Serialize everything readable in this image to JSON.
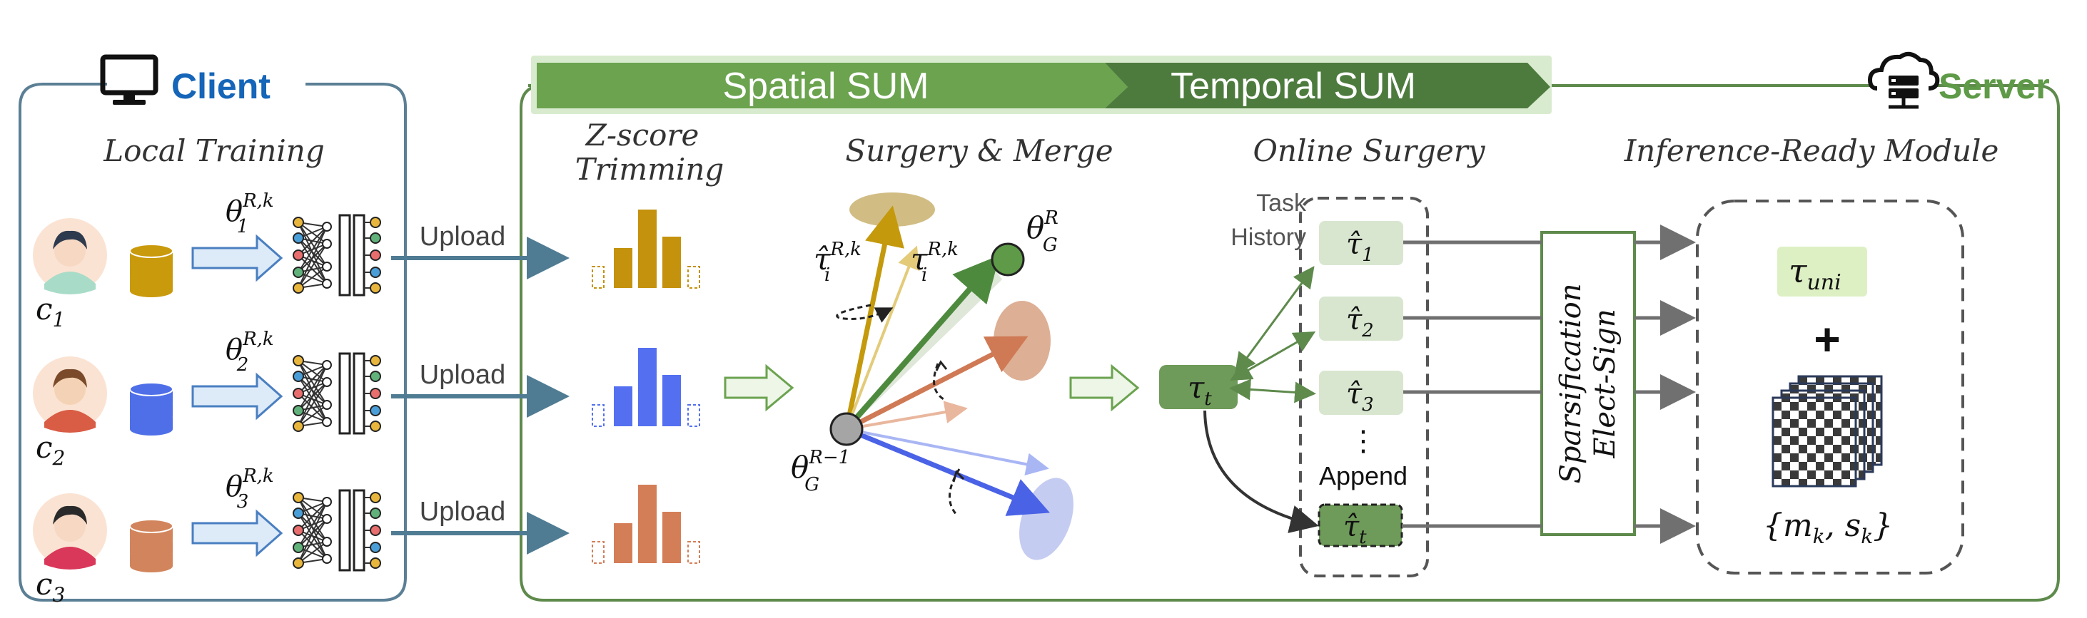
{
  "client": {
    "title": "Client",
    "section_title": "Local Training",
    "clients": [
      {
        "label": "c",
        "sub": "1",
        "theta": "θ",
        "theta_sub": "1",
        "theta_sup": "R,k",
        "upload": "Upload",
        "db_color": "#C99A0C",
        "bar_color": "#C4920C"
      },
      {
        "label": "c",
        "sub": "2",
        "theta": "θ",
        "theta_sub": "2",
        "theta_sup": "R,k",
        "upload": "Upload",
        "db_color": "#4F6FE8",
        "bar_color": "#5470F0"
      },
      {
        "label": "c",
        "sub": "3",
        "theta": "θ",
        "theta_sub": "3",
        "theta_sup": "R,k",
        "upload": "Upload",
        "db_color": "#D2855C",
        "bar_color": "#D47E58"
      }
    ]
  },
  "banner": {
    "spatial": "Spatial SUM",
    "temporal": "Temporal SUM"
  },
  "server": {
    "title": "Server",
    "zscore_title_line1": "Z-score",
    "zscore_title_line2": "Trimming",
    "surgery_title": "Surgery & Merge",
    "online_title": "Online Surgery",
    "inference_title": "Inference-Ready Module",
    "task_history_line1": "Task",
    "task_history_line2": "History",
    "theta_g_r": {
      "base": "θ",
      "sub": "G",
      "sup": "R"
    },
    "theta_g_r1": {
      "base": "θ",
      "sub": "G",
      "sup": "R−1"
    },
    "tau_hat_ik": {
      "base": "τ̂",
      "sub": "i",
      "sup": "R,k"
    },
    "tau_ik": {
      "base": "τ",
      "sub": "i",
      "sup": "R,k"
    },
    "tau_t": {
      "base": "τ",
      "sub": "t"
    },
    "history_items": [
      {
        "base": "τ̂",
        "sub": "1"
      },
      {
        "base": "τ̂",
        "sub": "2"
      },
      {
        "base": "τ̂",
        "sub": "3"
      }
    ],
    "ellipsis": "⋮",
    "append": "Append",
    "tau_hat_t": {
      "base": "τ̂",
      "sub": "t"
    },
    "sparsification_line1": "Sparsification",
    "sparsification_line2": "Elect-Sign",
    "tau_uni": {
      "base": "τ",
      "sub": "uni"
    },
    "plus": "+",
    "mask_label": "{m",
    "mask_sub1": "k",
    "mask_mid": ", s",
    "mask_sub2": "k",
    "mask_end": "}"
  },
  "colors": {
    "client_border": "#5B7F95",
    "server_border": "#5E8A4C",
    "client_blue": "#1565B8",
    "server_green": "#5E9A47",
    "spatial_banner": "#6BA34F",
    "temporal_banner": "#4D7B3E",
    "arrow_teal": "#4F7C93",
    "history_fill": "#D8E6CF",
    "tau_fill": "#6E9A5A"
  }
}
